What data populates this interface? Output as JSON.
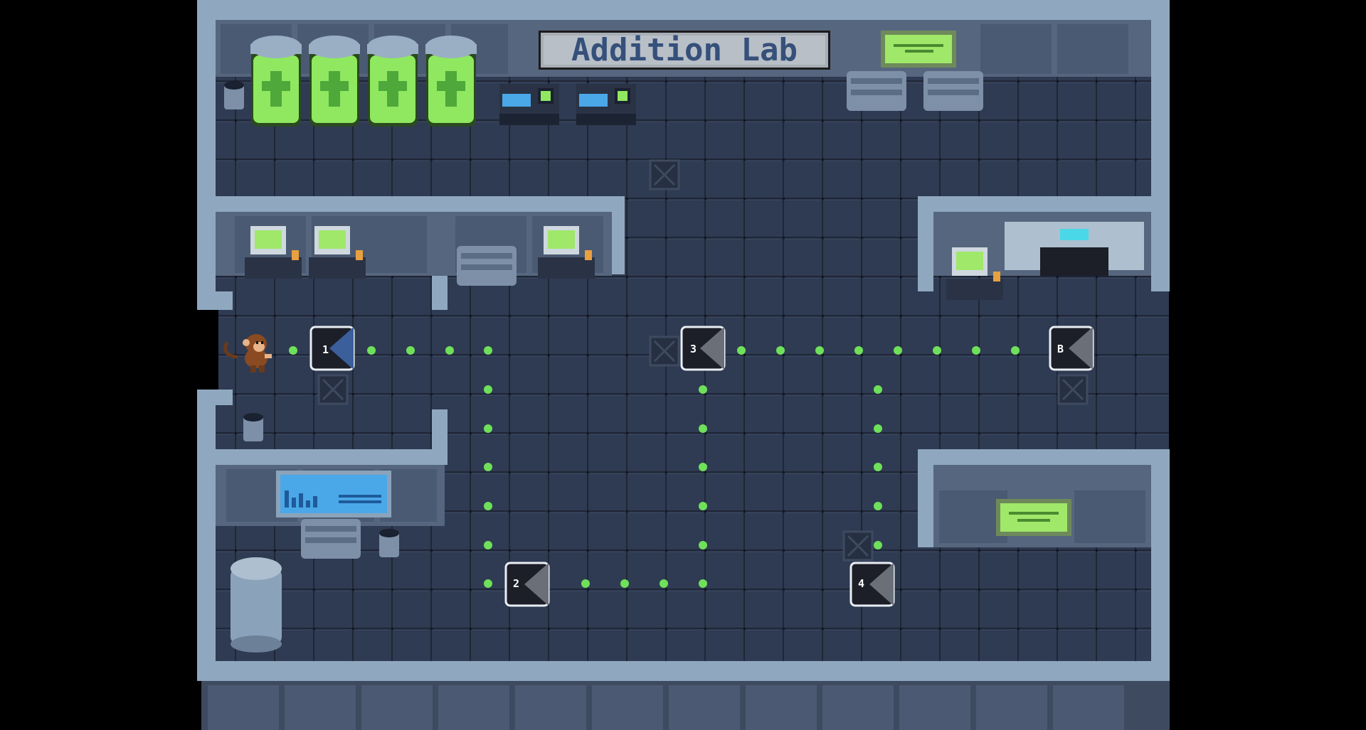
{
  "title": "Addition Lab",
  "nodes": [
    {
      "id": "node-1",
      "label": "1",
      "accent": "#3a5f9a"
    },
    {
      "id": "node-3",
      "label": "3",
      "accent": "#6b6f78"
    },
    {
      "id": "node-b",
      "label": "B",
      "accent": "#6b6f78"
    },
    {
      "id": "node-2",
      "label": "2",
      "accent": "#6b6f78"
    },
    {
      "id": "node-4",
      "label": "4",
      "accent": "#6b6f78"
    }
  ],
  "player": {
    "name": "monkey",
    "icon": "monkey-icon"
  },
  "colors": {
    "floor": "#2e3a50",
    "grid_line": "#222a3a",
    "wall": "#8aa3bb",
    "wall_dark": "#5a6d84",
    "path_dot": "#6fe05a",
    "tank_liquid": "#8fe860",
    "screen_green": "#9fe86a",
    "screen_blue": "#4aa8e8"
  }
}
